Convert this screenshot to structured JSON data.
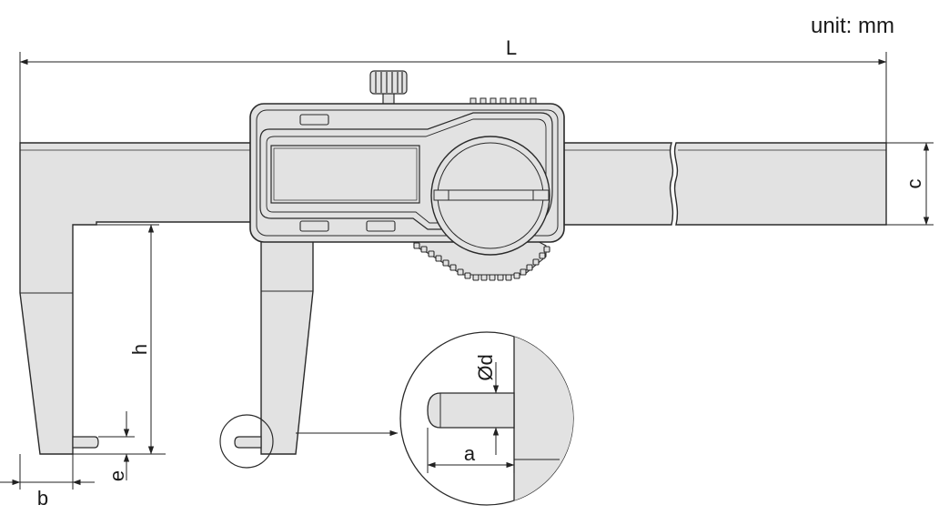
{
  "unit_label": "unit: mm",
  "dimensions": {
    "L": "L",
    "c": "c",
    "h": "h",
    "b": "b",
    "e": "e",
    "d": "Ød",
    "a": "a"
  },
  "colors": {
    "body_fill": "#e2e2e2",
    "outline": "#2a2a2a",
    "dimension_line": "#222222"
  }
}
